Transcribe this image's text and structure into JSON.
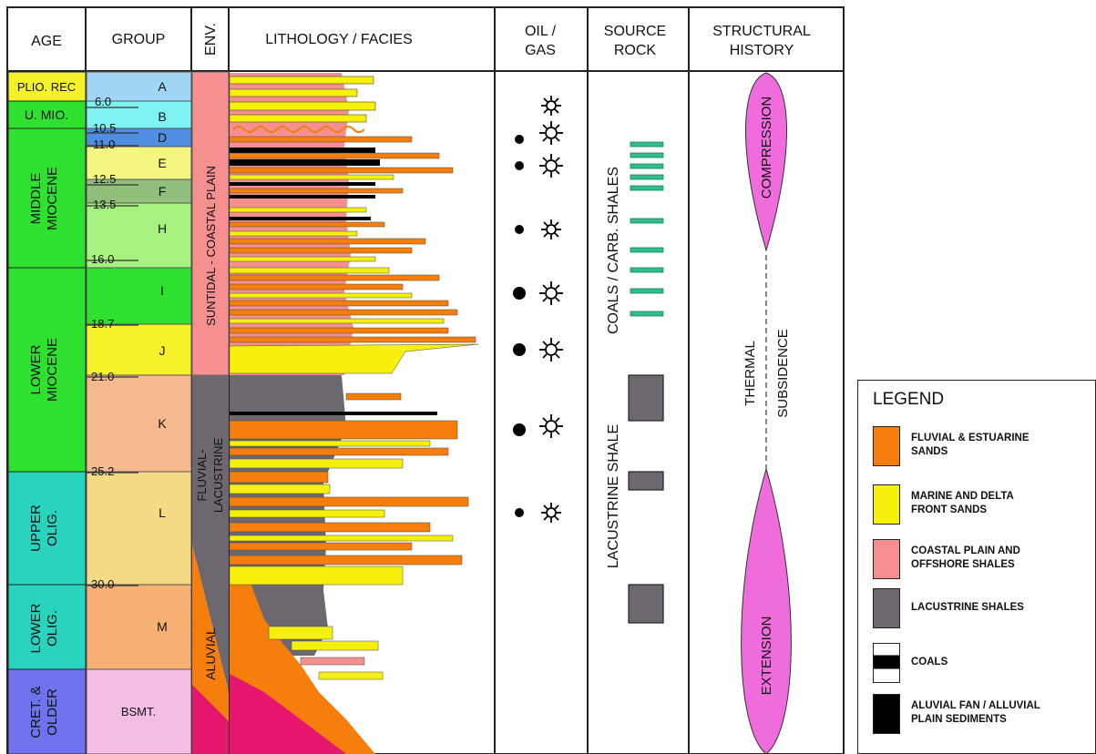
{
  "columns": {
    "age": "AGE",
    "group": "GROUP",
    "env": "ENV.",
    "lithology": "LITHOLOGY / FACIES",
    "oil_gas_1": "OIL /",
    "oil_gas_2": "GAS",
    "source_1": "SOURCE",
    "source_2": "ROCK",
    "struct_1": "STRUCTURAL",
    "struct_2": "HISTORY"
  },
  "ages": [
    {
      "label": "PLIO. REC",
      "color": "#f5f12a"
    },
    {
      "label": "U. MIO.",
      "color": "#2fe12f"
    },
    {
      "label": "MIDDLE MIOCENE",
      "line1": "MIDDLE",
      "line2": "MIOCENE",
      "color": "#2fe12f"
    },
    {
      "label": "LOWER MIOCENE",
      "line1": "LOWER",
      "line2": "MIOCENE",
      "color": "#2fe12f"
    },
    {
      "label": "UPPER OLIG.",
      "line1": "UPPER",
      "line2": "OLIG.",
      "color": "#2ad3bd"
    },
    {
      "label": "LOWER OLIG.",
      "line1": "LOWER",
      "line2": "OLIG.",
      "color": "#2ad3bd"
    },
    {
      "label": "CRET. & OLDER",
      "line1": "CRET. &",
      "line2": "OLDER",
      "color": "#6f74ee"
    }
  ],
  "groups": [
    {
      "label": "A",
      "color": "#9fd6f5"
    },
    {
      "label": "B",
      "color": "#7ff3f3"
    },
    {
      "label": "D",
      "color": "#4f8ee0"
    },
    {
      "label": "E",
      "color": "#f3f680"
    },
    {
      "label": "F",
      "color": "#8fbf7a"
    },
    {
      "label": "H",
      "color": "#a6f17f"
    },
    {
      "label": "I",
      "color": "#2fe12f"
    },
    {
      "label": "J",
      "color": "#f7f12a"
    },
    {
      "label": "K",
      "color": "#f6b98d"
    },
    {
      "label": "L",
      "color": "#f5d985"
    },
    {
      "label": "M",
      "color": "#f6b073"
    },
    {
      "label": "BSMT.",
      "color": "#f3bde4"
    }
  ],
  "ages_ma": [
    "6.0",
    "10.5",
    "11.0",
    "12.5",
    "13.5",
    "16.0",
    "18.7",
    "21.0",
    "25.2",
    "30.0"
  ],
  "environments": [
    "SUNTIDAL - COASTAL PLAIN",
    "FLUVIAL-",
    "LACUSTRINE",
    "ALUVIAL"
  ],
  "source_rocks": [
    "COALS / CARB. SHALES",
    "LACUSTRINE SHALE"
  ],
  "structural": [
    "COMPRESSION",
    "THERMAL",
    "SUBSIDENCE",
    "EXTENSION"
  ],
  "legend": {
    "title": "LEGEND",
    "items": [
      {
        "text1": "FLUVIAL & ESTUARINE",
        "text2": "SANDS",
        "color": "#f57e0c"
      },
      {
        "text1": "MARINE AND DELTA",
        "text2": "FRONT SANDS",
        "color": "#f7f00c"
      },
      {
        "text1": "COASTAL PLAIN AND",
        "text2": "OFFSHORE SHALES",
        "color": "#f69090"
      },
      {
        "text1": "LACUSTRINE SHALES",
        "text2": "",
        "color": "#6d6870"
      },
      {
        "text1": "COALS",
        "text2": "",
        "color": "#000000"
      },
      {
        "text1": "ALUVIAL FAN / ALLUVIAL",
        "text2": "PLAIN SEDIMENTS",
        "color": "#000000"
      }
    ]
  },
  "colors": {
    "fluvial_sand": "#f57e0c",
    "marine_sand": "#f7f00c",
    "coastal_shale": "#f69090",
    "lacustrine_shale": "#6d6870",
    "coal": "#000000",
    "alluvial": "#e8176e",
    "structural_pink": "#f06cdc",
    "source_green": "#2fbf8a"
  }
}
